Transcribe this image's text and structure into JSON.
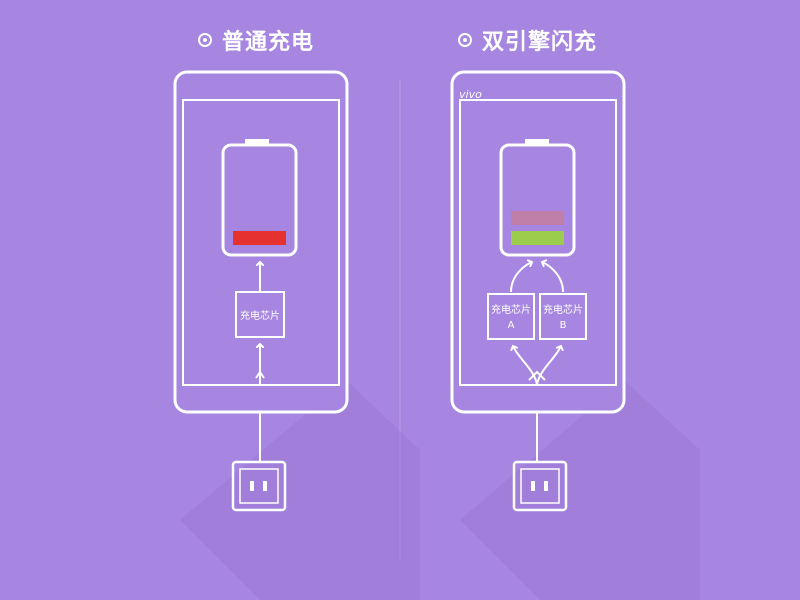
{
  "left_panel": {
    "title": "普通充电",
    "chip_label": "充电芯片"
  },
  "right_panel": {
    "title": "双引擎闪充",
    "brand": "vivo",
    "chip_a_label": "充电芯片",
    "chip_a_suffix": "A",
    "chip_b_label": "充电芯片",
    "chip_b_suffix": "B"
  },
  "colors": {
    "background": "#a686e0",
    "line": "#ffffff",
    "battery_low": "#e5322f",
    "battery_mid": "#c07fa8",
    "battery_high": "#9ccc4b"
  },
  "battery": {
    "left_level": 0.12,
    "right_level": 0.45
  }
}
